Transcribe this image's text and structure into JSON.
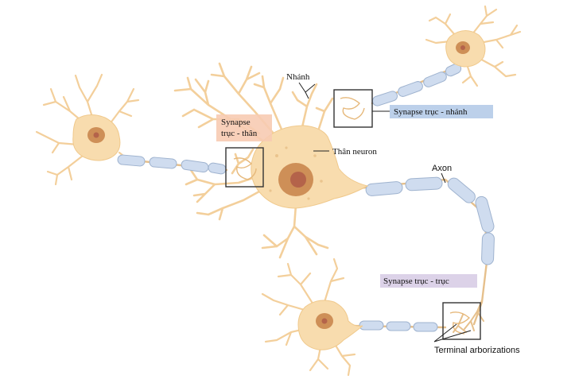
{
  "labels": {
    "nhanh": "Nhánh",
    "synapse_truc_nhanh": "Synapse trục - nhánh",
    "synapse_truc_than_line1": "Synapse",
    "synapse_truc_than_line2": "trục - thân",
    "than_neuron": "Thân neuron",
    "axon": "Axon",
    "synapse_truc_truc": "Synapse trục - trục",
    "terminal_arborizations": "Terminal arborizations"
  },
  "colors": {
    "cell_body": "#f8dcae",
    "cell_body_shade": "#f0c98c",
    "nucleus": "#ce8f57",
    "nucleolus": "#b4634a",
    "dendrite": "#f3cf9b",
    "myelin": "#cfdcef",
    "myelin_edge": "#9fb3cf",
    "label_truc_nhanh_bg": "#bcd0ea",
    "label_truc_than_bg": "#f7cbb3",
    "label_truc_truc_bg": "#dcd2e8",
    "box_stroke": "#333333"
  }
}
